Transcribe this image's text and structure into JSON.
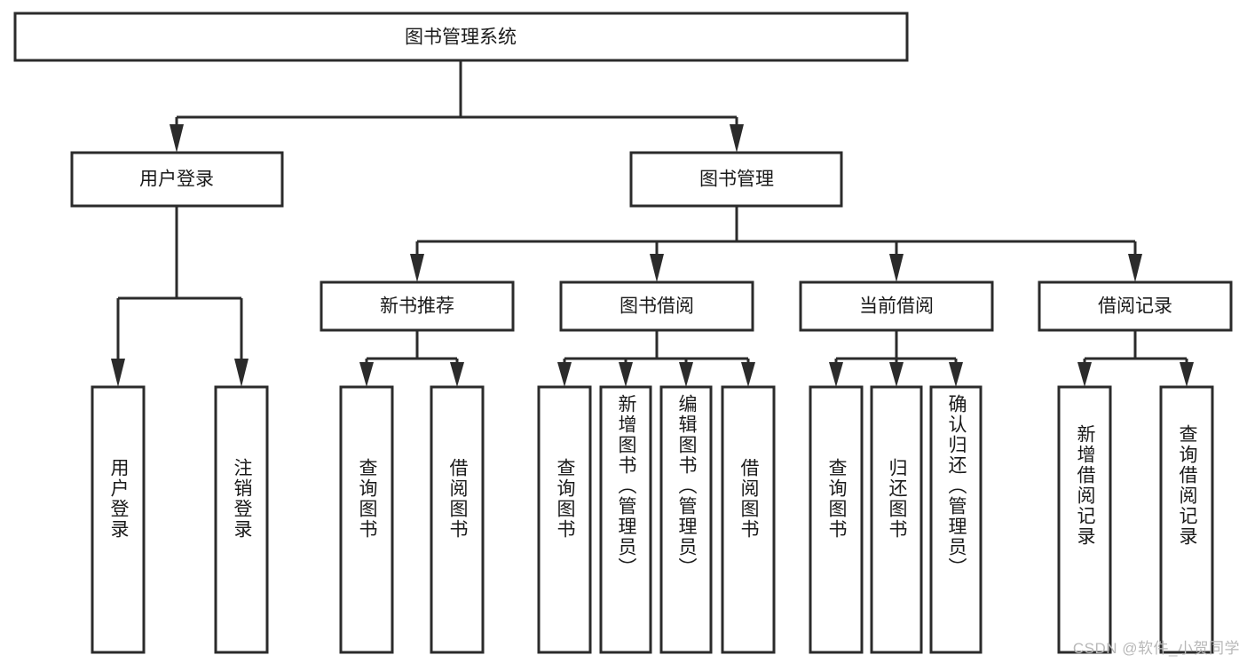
{
  "diagram": {
    "title_box": {
      "label": "图书管理系统"
    },
    "level1": [
      {
        "id": "user-login",
        "label": "用户登录"
      },
      {
        "id": "book-management",
        "label": "图书管理"
      }
    ],
    "level2": [
      {
        "id": "new-book-recommend",
        "label": "新书推荐"
      },
      {
        "id": "book-borrow",
        "label": "图书借阅"
      },
      {
        "id": "current-borrow",
        "label": "当前借阅"
      },
      {
        "id": "borrow-records",
        "label": "借阅记录"
      }
    ],
    "leaves": {
      "user_login": [
        {
          "id": "leaf-user-login",
          "label": "用户登录"
        },
        {
          "id": "leaf-logout-login",
          "label": "注销登录"
        }
      ],
      "new_book_recommend": [
        {
          "id": "leaf-query-book-1",
          "label": "查询图书"
        },
        {
          "id": "leaf-borrow-book-1",
          "label": "借阅图书"
        }
      ],
      "book_borrow": [
        {
          "id": "leaf-query-book-2",
          "label": "查询图书"
        },
        {
          "id": "leaf-add-book",
          "label": "新增图书（管理员）"
        },
        {
          "id": "leaf-edit-book",
          "label": "编辑图书（管理员）"
        },
        {
          "id": "leaf-borrow-book-2",
          "label": "借阅图书"
        }
      ],
      "current_borrow": [
        {
          "id": "leaf-query-book-3",
          "label": "查询图书"
        },
        {
          "id": "leaf-return-book",
          "label": "归还图书"
        },
        {
          "id": "leaf-confirm-return",
          "label": "确认归还（管理员）"
        }
      ],
      "borrow_records": [
        {
          "id": "leaf-add-record",
          "label": "新增借阅记录"
        },
        {
          "id": "leaf-query-record",
          "label": "查询借阅记录"
        }
      ]
    },
    "watermark": "CSDN @软件_小贺同学",
    "colors": {
      "stroke": "#2b2b2b",
      "fill": "#ffffff",
      "text": "#1a1a1a",
      "watermark": "#b8b8b8"
    }
  }
}
